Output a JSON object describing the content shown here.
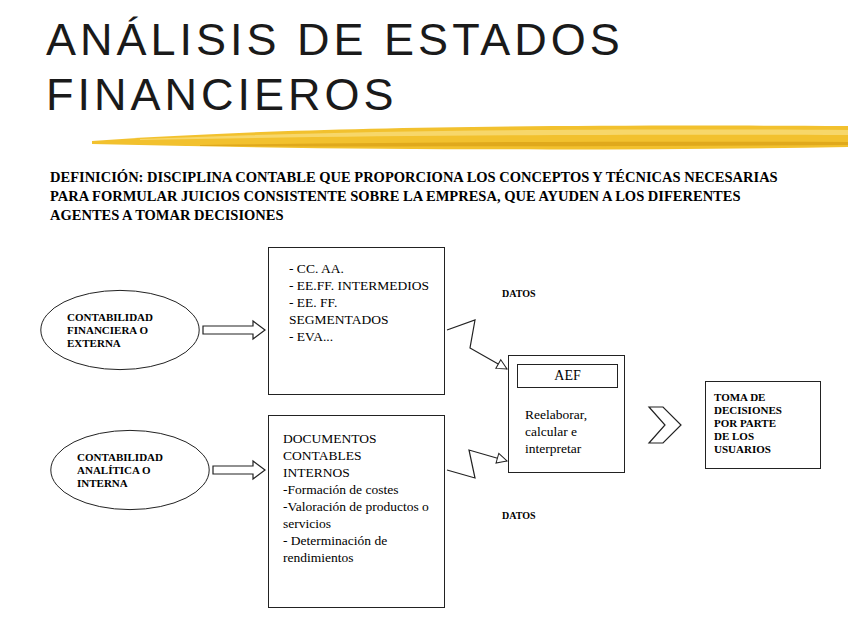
{
  "diagram": {
    "title": "ANÁLISIS DE ESTADOS FINANCIEROS",
    "nodes": [
      {
        "text": [
          "CONTABILIDAD FINANCIERA O EXTERNA"
        ]
      },
      {
        "text": [
          "- CC. AA.",
          "- EE.FF. INTERMEDIOS",
          "- EE. FF. SEGMENTADOS",
          "- EVA..."
        ]
      },
      {
        "text": [
          "CONTABILIDAD ANALÍTICA O INTERNA"
        ]
      },
      {
        "text": [
          "DOCUMENTOS CONTABLES INTERNOS",
          "-Formación de costes",
          "-Valoración de productos o servicios",
          "- Determinación de rendimientos"
        ]
      },
      {
        "text": [
          "Reelaborar, calcular e interpretar"
        ]
      },
      {
        "text": [
          "AEF"
        ],
        "in": 4
      },
      {
        "text": [
          "TOMA DE DECISIONES POR PARTE DE LOS USUARIOS"
        ]
      }
    ],
    "edges": [
      {
        "from": 0,
        "to": 1,
        "arrow": "to"
      },
      {
        "from": 2,
        "to": 3,
        "arrow": "to"
      },
      {
        "from": 1,
        "to": 4,
        "label": "DATOS",
        "arrow": "to"
      },
      {
        "from": 3,
        "to": 4,
        "label": "DATOS",
        "arrow": "to"
      },
      {
        "from": 4,
        "to": 6,
        "arrow": "to"
      }
    ],
    "labels": [
      "DEFINICIÓN: DISCIPLINA CONTABLE QUE PROPORCIONA LOS CONCEPTOS Y TÉCNICAS NECESARIAS PARA FORMULAR JUICIOS CONSISTENTE SOBRE LA EMPRESA, QUE AYUDEN A LOS DIFERENTES AGENTES A TOMAR DECISIONES"
    ]
  }
}
